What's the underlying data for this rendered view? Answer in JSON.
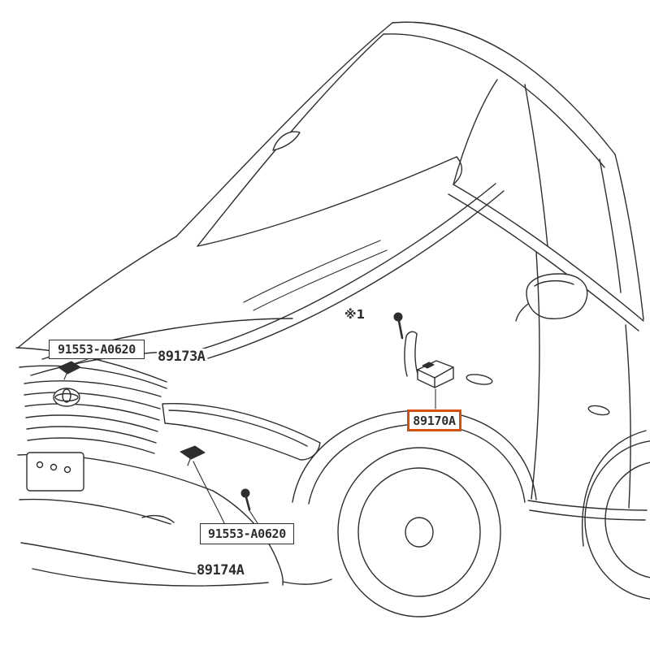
{
  "diagram": {
    "colors": {
      "line": "#2e2e2e",
      "highlight": "#d4500a",
      "background": "#ffffff"
    },
    "callouts": {
      "front_sensor": {
        "part_no": "91553-A0620",
        "code": "89173A"
      },
      "side_sensor": {
        "code": "89170A",
        "note": "※1"
      },
      "lower_sensor": {
        "part_no": "91553-A0620",
        "code": "89174A"
      }
    }
  }
}
